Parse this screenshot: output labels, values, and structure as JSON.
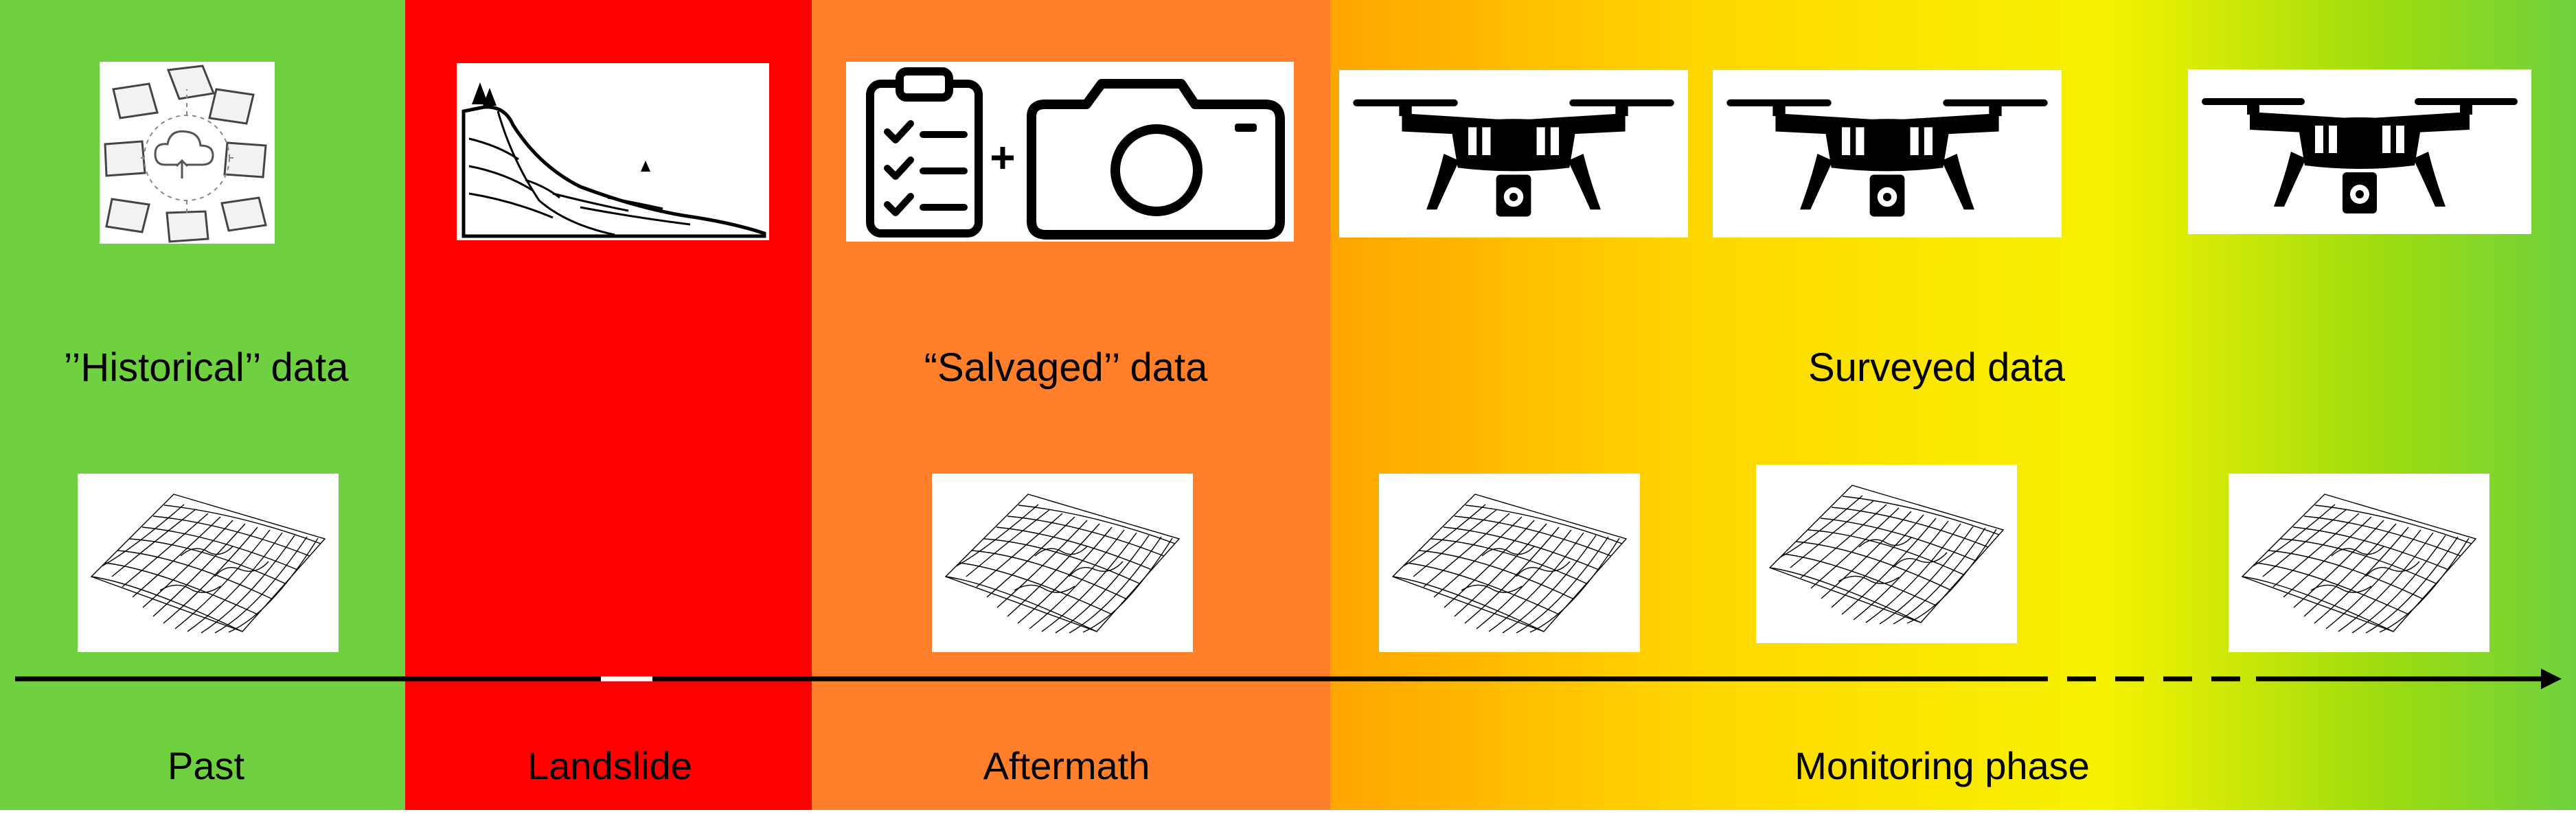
{
  "phases": [
    {
      "id": "past",
      "label": "Past",
      "color": "#6fd13f"
    },
    {
      "id": "landslide",
      "label": "Landslide",
      "color": "#ff0000"
    },
    {
      "id": "aftermath",
      "label": "Aftermath",
      "color": "#ff7f2a"
    },
    {
      "id": "monitoring",
      "label": "Monitoring phase",
      "gradient": [
        "#ffa500",
        "#ffd700",
        "#f6f200",
        "#9bdc10",
        "#6fd13f"
      ]
    }
  ],
  "data_labels": {
    "historical": "’’Historical’’ data",
    "salvaged": "“Salvaged’’ data",
    "surveyed": "Surveyed data"
  },
  "icons": {
    "historical": "map-tiles-cloud-icon",
    "landslide": "landslide-slope-icon",
    "salvaged_list": "checklist-icon",
    "salvaged_plus": "+",
    "salvaged_camera": "camera-icon",
    "survey": "drone-icon",
    "terrain": "terrain-mesh-icon"
  },
  "timeline": {
    "direction": "right",
    "dashed_segment": "monitoring-gap"
  }
}
